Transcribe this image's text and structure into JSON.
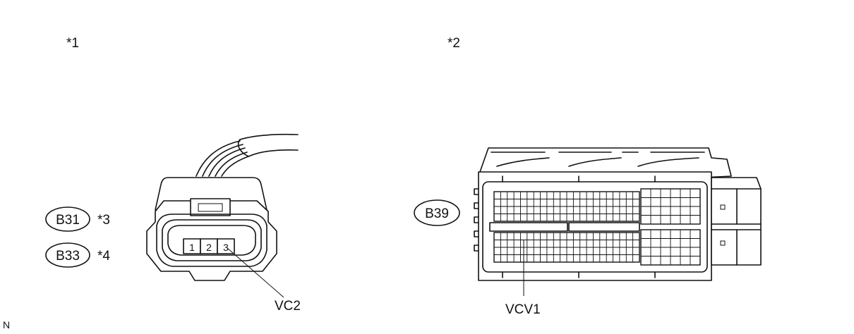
{
  "callouts": {
    "c1": "*1",
    "c2": "*2",
    "c3": "*3",
    "c4": "*4"
  },
  "connectors": {
    "b31": "B31",
    "b33": "B33",
    "b39": "B39"
  },
  "terminals": {
    "t1": "1",
    "t2": "2",
    "t3": "3",
    "vc2": "VC2",
    "vcv1": "VCV1"
  },
  "corner": "N"
}
